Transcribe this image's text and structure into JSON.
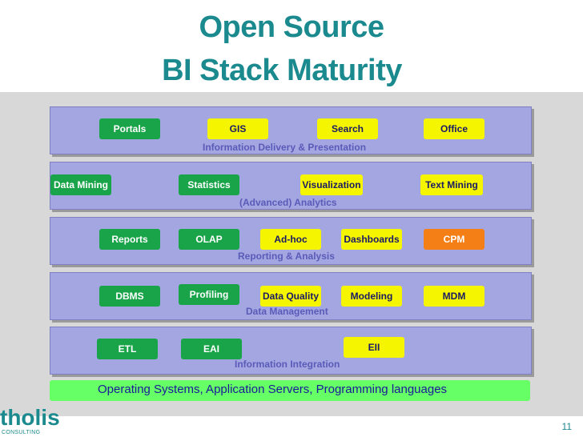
{
  "title": {
    "line1": "Open Source",
    "line2": "BI Stack Maturity"
  },
  "layers": {
    "delivery": {
      "caption": "Information Delivery & Presentation",
      "items": [
        "Portals",
        "GIS",
        "Search",
        "Office"
      ]
    },
    "analytics": {
      "caption": "(Advanced) Analytics",
      "items": [
        "Data Mining",
        "Statistics",
        "Visualization",
        "Text Mining"
      ]
    },
    "reporting": {
      "caption": "Reporting & Analysis",
      "items": [
        "Reports",
        "OLAP",
        "Ad-hoc",
        "Dashboards",
        "CPM"
      ]
    },
    "data_mgmt": {
      "caption": "Data Management",
      "items": [
        "DBMS",
        "Profiling",
        "Data Quality",
        "Modeling",
        "MDM"
      ]
    },
    "integration": {
      "caption": "Information Integration",
      "items": [
        "ETL",
        "EAI",
        "EII"
      ]
    }
  },
  "foundation": "Operating Systems, Application Servers, Programming languages",
  "logo": {
    "name": "tholis",
    "sub": "CONSULTING"
  },
  "page_number": "11",
  "colors": {
    "title": "#1b8a8f",
    "layer": "#a4a6e2",
    "green": "#1aa44a",
    "yellow": "#f6f500",
    "orange": "#f57f17",
    "foundation": "#66ff66"
  }
}
